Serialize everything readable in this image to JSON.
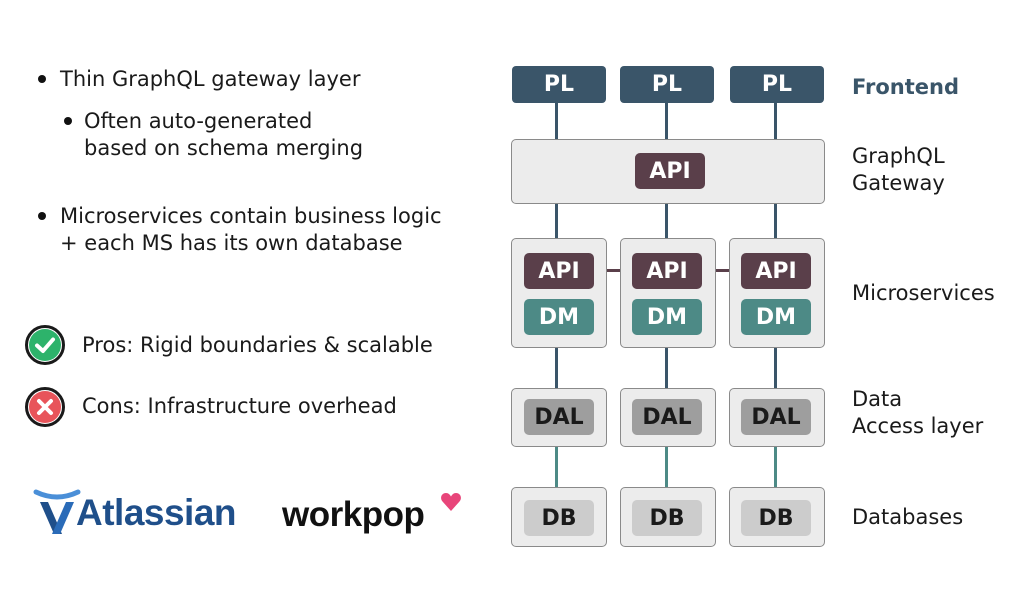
{
  "bullets": {
    "b1": "Thin GraphQL gateway layer",
    "b1_sub_line1": "Often auto-generated",
    "b1_sub_line2": "based on schema merging",
    "b2_line1": "Microservices contain business logic",
    "b2_line2": "+ each MS has its own database"
  },
  "pros": "Pros: Rigid boundaries & scalable",
  "cons": "Cons: Infrastructure overhead",
  "logos": {
    "atlassian": "Atlassian",
    "workpop": "workpop"
  },
  "diagram": {
    "pl": "PL",
    "api": "API",
    "dm": "DM",
    "dal": "DAL",
    "db": "DB",
    "labels": {
      "frontend": "Frontend",
      "gateway_line1": "GraphQL",
      "gateway_line2": "Gateway",
      "microservices": "Microservices",
      "dal_line1": "Data",
      "dal_line2": "Access layer",
      "databases": "Databases"
    }
  },
  "colors": {
    "pl": "#3a5569",
    "api": "#5a3f4a",
    "dm": "#4d8a86",
    "frontend_label": "#3a5569",
    "pros_icon": "#2db36b",
    "cons_icon": "#e8545a",
    "atlassian": "#1f4f8a",
    "workpop_heart": "#e8457a"
  }
}
